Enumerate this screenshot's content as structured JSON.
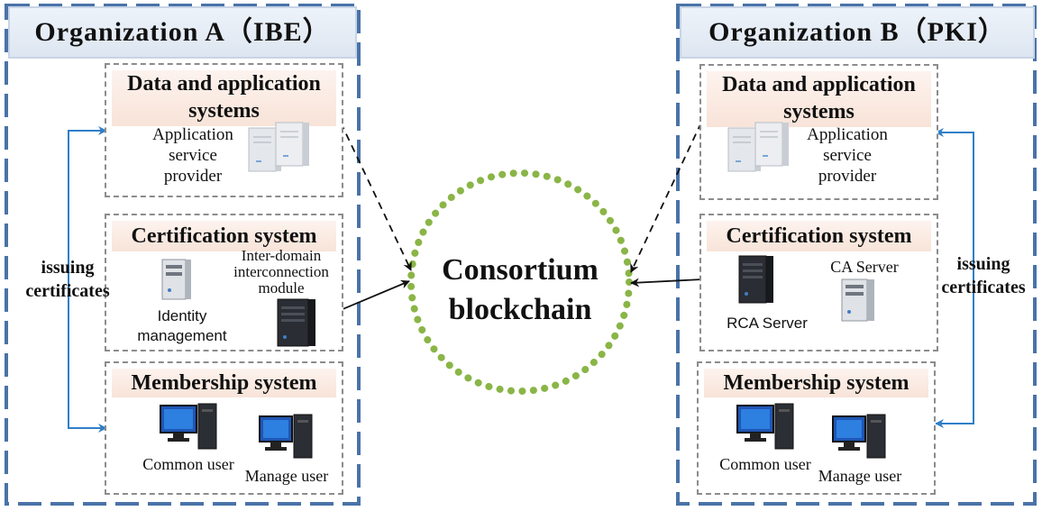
{
  "orgA": {
    "title": "Organization  A（IBE）",
    "data_systems_title": "Data and application systems",
    "asp_label": "Application service provider",
    "cert_title": "Certification system",
    "interdomain_label": "Inter-domain interconnection module",
    "identity_label": "Identity management",
    "membership_title": "Membership system",
    "common_user": "Common user",
    "manage_user": "Manage user",
    "issuing": "issuing certificates"
  },
  "orgB": {
    "title": "Organization  B（PKI）",
    "data_systems_title": "Data and application systems",
    "asp_label": "Application service provider",
    "cert_title": "Certification system",
    "ca_server": "CA Server",
    "rca_server": "RCA Server",
    "membership_title": "Membership system",
    "common_user": "Common user",
    "manage_user": "Manage user",
    "issuing": "issuing certificates"
  },
  "center": {
    "title_line1": "Consortium",
    "title_line2": "blockchain"
  },
  "colors": {
    "org_border": "#4a73a8",
    "blue_arrow": "#2f7fc8",
    "chain_dots": "#8ab547",
    "panel_border": "#8c8c8c"
  }
}
